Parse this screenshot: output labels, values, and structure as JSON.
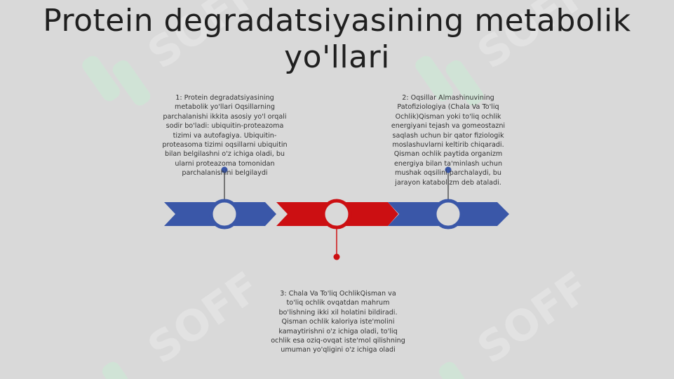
{
  "title": "Protein degradatsiyasining metabolik yo'llari",
  "watermark": "SOFF",
  "colors": {
    "blue": "#3a57a8",
    "red": "#cc0f12",
    "background": "#d9d9d9",
    "watermark": "#cfe6d6"
  },
  "steps": [
    {
      "text": "1: Protein degradatsiyasining metabolik yo'llari Oqsillarning parchalanishi ikkita asosiy yo'l orqali sodir bo'ladi: ubiquitin-proteazoma tizimi va autofagiya. Ubiquitin-proteasoma tizimi oqsillarni ubiquitin bilan belgilashni o'z ichiga oladi, bu ularni proteazoma tomonidan parchalanishini belgilaydi"
    },
    {
      "text": "2: Oqsillar Almashinuvining Patofiziologiya (Chala Va To'liq Ochlik)Qisman yoki to'liq ochlik energiyani tejash va gomeostazni saqlash uchun bir qator fiziologik moslashuvlarni keltirib chiqaradi. Qisman ochlik paytida organizm energiya bilan ta'minlash uchun mushak oqsilini parchalaydi, bu jarayon katabolizm deb ataladi."
    },
    {
      "text": "3: Chala Va To'liq OchlikQisman va to'liq ochlik ovqatdan mahrum bo'lishning ikki xil holatini bildiradi. Qisman ochlik kaloriya iste'molini kamaytirishni o'z ichiga oladi, to'liq ochlik esa oziq-ovqat iste'mol qilishning umuman yo'qligini o'z ichiga oladi"
    }
  ]
}
